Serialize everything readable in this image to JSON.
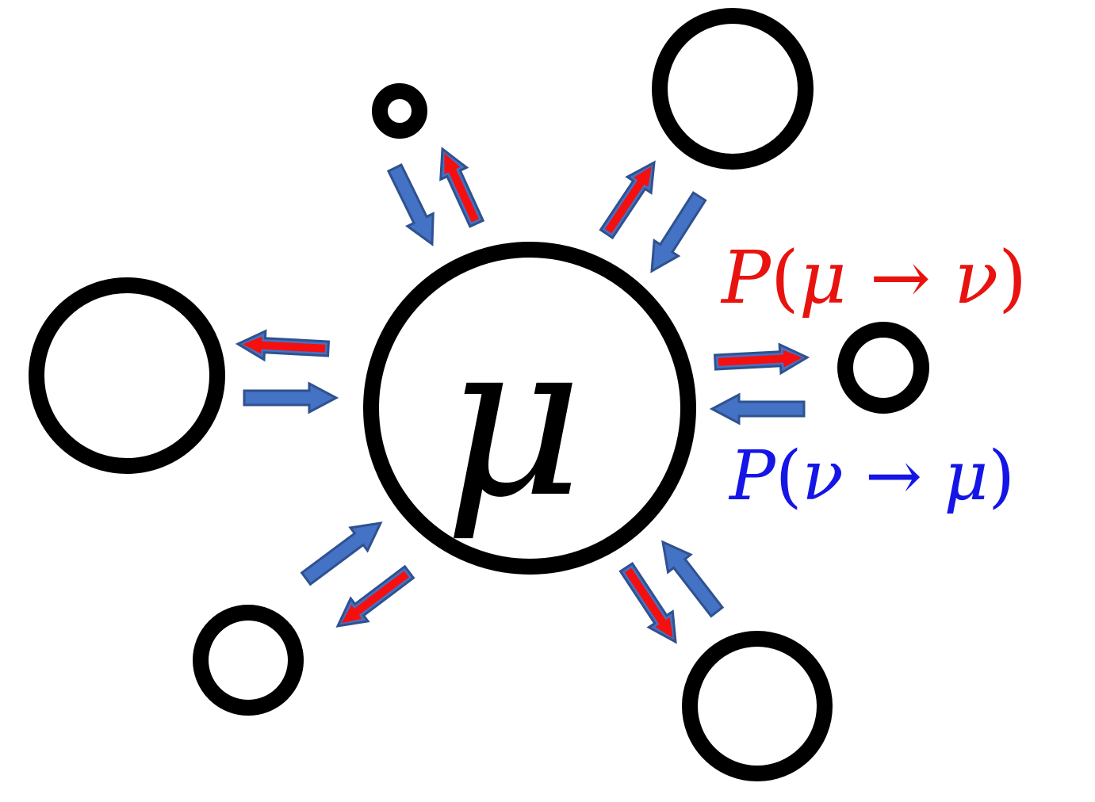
{
  "center_state": {
    "symbol": "μ"
  },
  "forward_transition": {
    "func": "P",
    "open": "(",
    "from": "μ",
    "arrow": " → ",
    "to": "ν",
    "close": ")",
    "color": "#e8130f"
  },
  "backward_transition": {
    "func": "P",
    "open": "(",
    "from": "ν",
    "arrow": " → ",
    "to": "μ",
    "close": ")",
    "color": "#1515e6"
  },
  "colors": {
    "outline": "#000000",
    "forward_arrow_fill": "#f50f0f",
    "backward_arrow_fill": "#4472c4",
    "arrow_edge": "#2f528f"
  }
}
